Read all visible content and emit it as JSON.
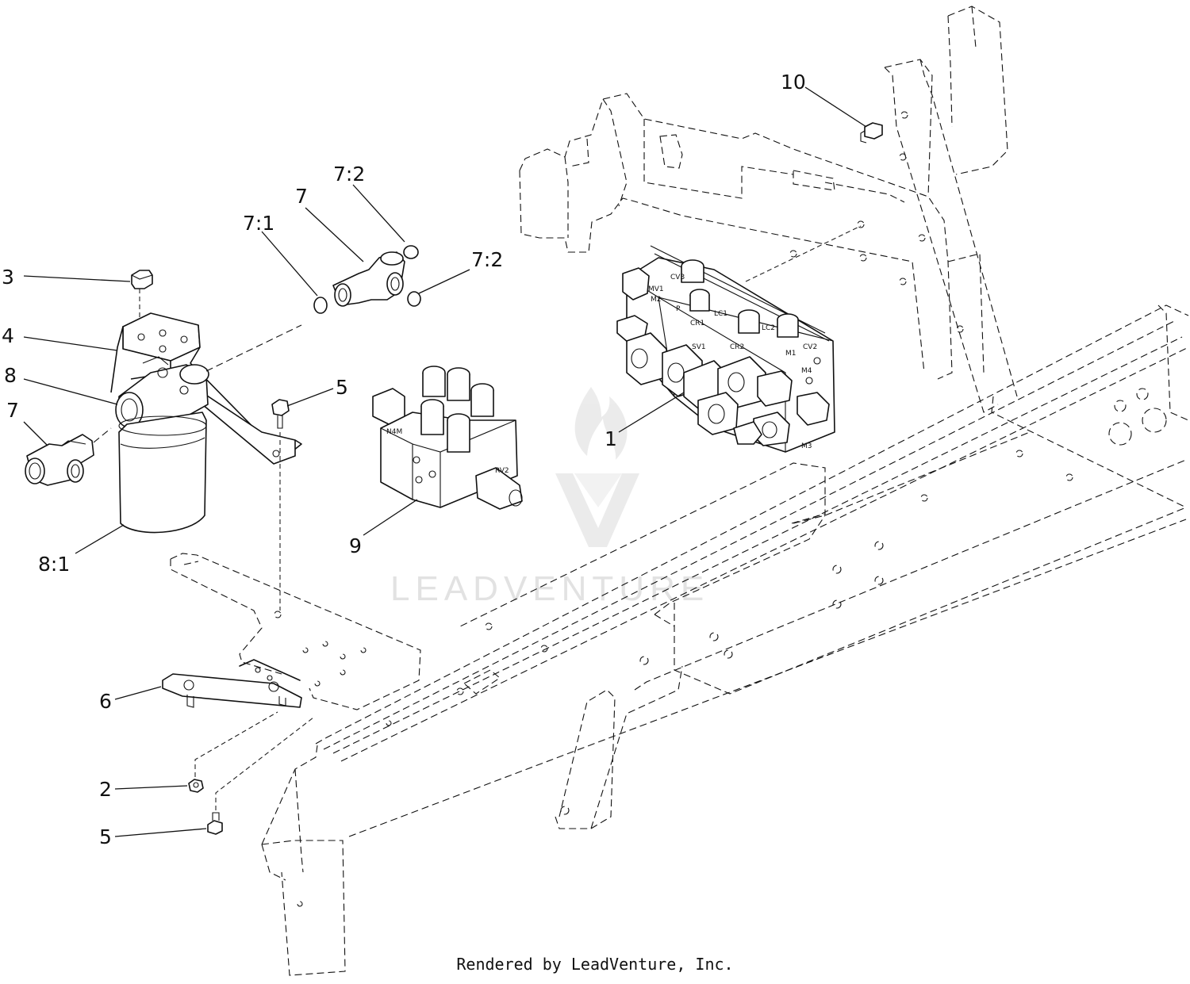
{
  "callouts": [
    {
      "id": "c1",
      "label": "1"
    },
    {
      "id": "c2",
      "label": "2"
    },
    {
      "id": "c3",
      "label": "3"
    },
    {
      "id": "c4",
      "label": "4"
    },
    {
      "id": "c5a",
      "label": "5"
    },
    {
      "id": "c5b",
      "label": "5"
    },
    {
      "id": "c6",
      "label": "6"
    },
    {
      "id": "c7a",
      "label": "7"
    },
    {
      "id": "c7b",
      "label": "7"
    },
    {
      "id": "c71",
      "label": "7:1"
    },
    {
      "id": "c72a",
      "label": "7:2"
    },
    {
      "id": "c72b",
      "label": "7:2"
    },
    {
      "id": "c8",
      "label": "8"
    },
    {
      "id": "c81",
      "label": "8:1"
    },
    {
      "id": "c9",
      "label": "9"
    },
    {
      "id": "c10",
      "label": "10"
    }
  ],
  "manifold_ports": [
    "MV1",
    "CV3",
    "M2",
    "LC1",
    "CR1",
    "LC2",
    "CV2",
    "M4",
    "M3",
    "SV1",
    "CR2",
    "M1",
    "P"
  ],
  "valve_ports": [
    "RV2",
    "N4M"
  ],
  "watermark": "LEADVENTURE",
  "footer": "Rendered by LeadVenture, Inc."
}
